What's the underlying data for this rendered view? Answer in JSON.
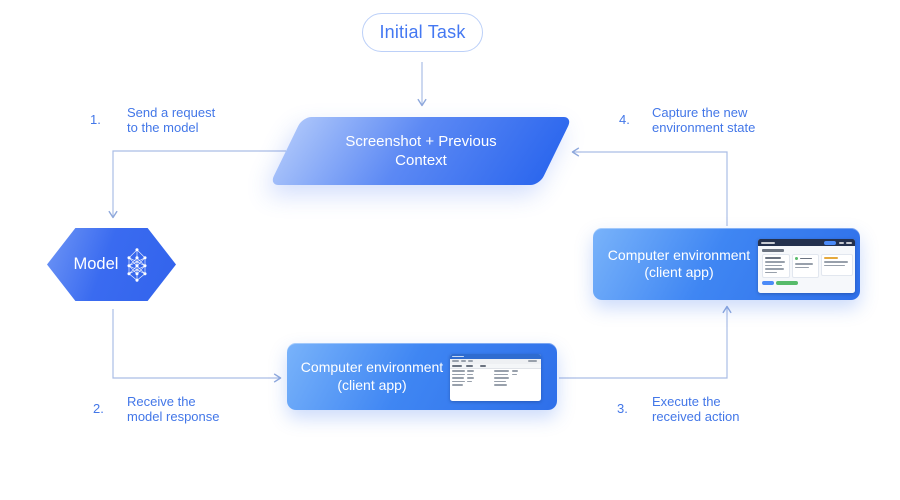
{
  "nodes": {
    "initial_task": {
      "label": "Initial Task"
    },
    "screenshot_context": {
      "line1": "Screenshot + Previous",
      "line2": "Context"
    },
    "model": {
      "label": "Model"
    },
    "env_bottom": {
      "line1": "Computer environment",
      "line2": "(client app)"
    },
    "env_top": {
      "line1": "Computer environment",
      "line2": "(client app)"
    }
  },
  "steps": [
    {
      "number": "1.",
      "line1": "Send a request",
      "line2": "to the model"
    },
    {
      "number": "2.",
      "line1": "Receive the",
      "line2": "model response"
    },
    {
      "number": "3.",
      "line1": "Execute the",
      "line2": "received action"
    },
    {
      "number": "4.",
      "line1": "Capture the new",
      "line2": "environment state"
    }
  ],
  "icons": {
    "model": "neural-network-icon",
    "arrowheads": "chevron-arrowhead"
  },
  "colors": {
    "accent_blue": "#4478f2",
    "step_text": "#4377e8",
    "pill_border": "#bcd0f8",
    "connector": "#aabde5",
    "arrowhead": "#8ea8dc",
    "node_gradient_start": "#a9c3fa",
    "node_gradient_end": "#2c67ee",
    "box_gradient_start": "#79b3fa",
    "box_gradient_end": "#2e6fe9",
    "thumb_header_navy": "#24314e",
    "thumb_button_blue": "#4b8bf8",
    "thumb_progress_green": "#57bb6a"
  }
}
